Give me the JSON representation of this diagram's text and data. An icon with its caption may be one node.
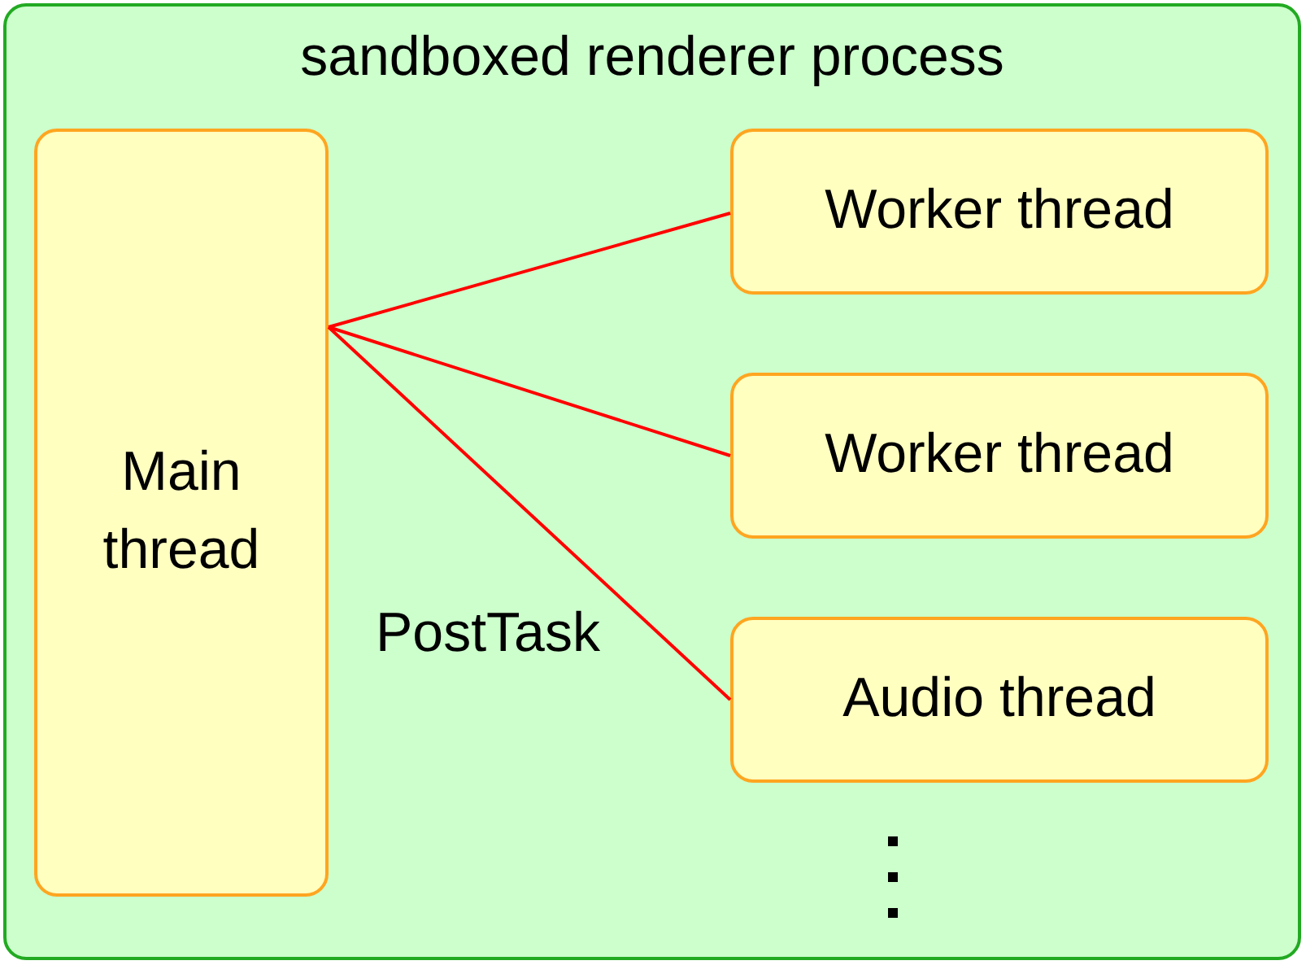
{
  "diagram": {
    "nodes": [
      {
        "text": [
          "sandboxed renderer process"
        ]
      },
      {
        "text": [
          "Main thread"
        ],
        "in": 0
      },
      {
        "text": [
          "Worker thread"
        ],
        "in": 0
      },
      {
        "text": [
          "Worker thread"
        ],
        "in": 0
      },
      {
        "text": [
          "Audio thread"
        ],
        "in": 0
      }
    ],
    "edges": [
      {
        "from": 1,
        "to": 2,
        "arrow": "none"
      },
      {
        "from": 1,
        "to": 3,
        "arrow": "none"
      },
      {
        "from": 1,
        "to": 4,
        "arrow": "none"
      }
    ],
    "labels": [
      "PostTask"
    ]
  }
}
